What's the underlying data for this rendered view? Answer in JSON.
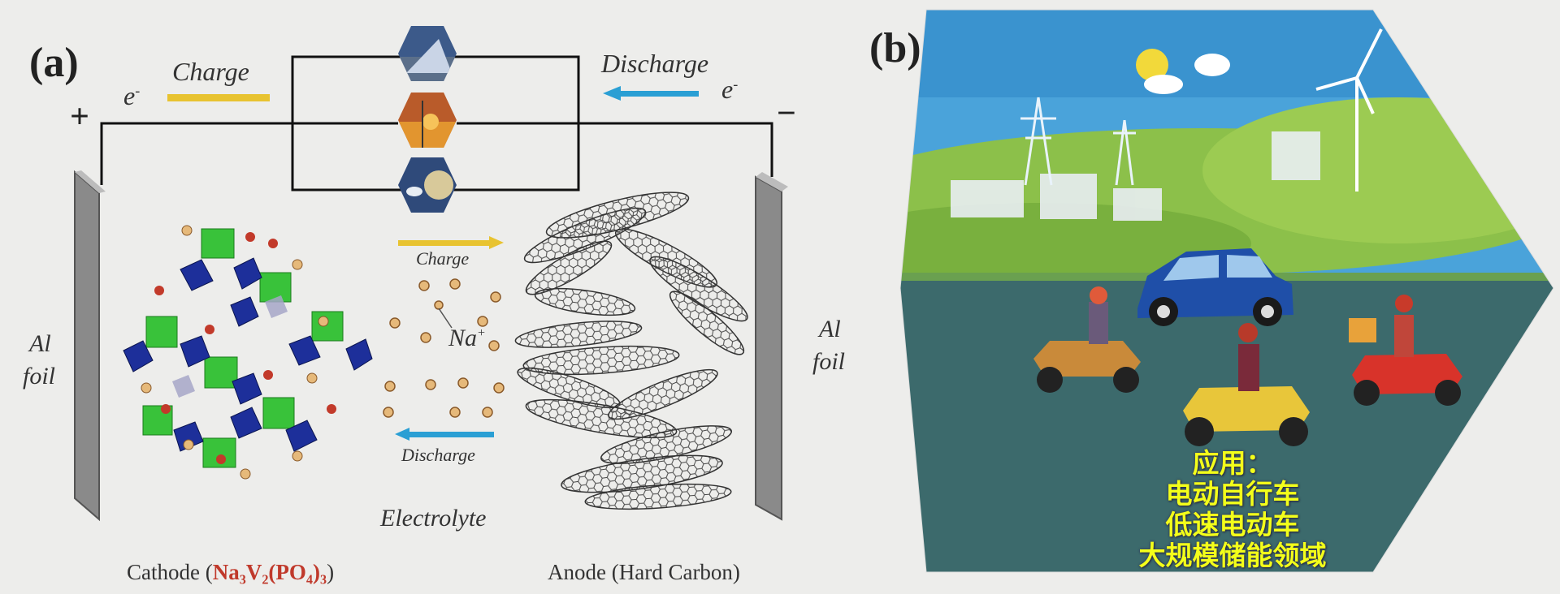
{
  "panel_a": {
    "label": "(a)",
    "charge_label": "Charge",
    "discharge_label": "Discharge",
    "electron_left": "e",
    "electron_right": "e",
    "electron_sup": "-",
    "plus_sign": "+",
    "minus_sign": "−",
    "al_foil_left": [
      "Al",
      "foil"
    ],
    "al_foil_right": [
      "Al",
      "foil"
    ],
    "inner_charge": "Charge",
    "inner_discharge": "Discharge",
    "ion_label": "Na",
    "ion_sup": "+",
    "electrolyte": "Electrolyte",
    "cathode_prefix": "Cathode (",
    "cathode_formula": "Na₃V₂(PO₄)₃",
    "cathode_suffix": ")",
    "anode": "Anode (Hard Carbon)"
  },
  "panel_b": {
    "label": "(b)",
    "application_lines": [
      "应用：",
      "电动自行车",
      "低速电动车",
      "大规模储能领域"
    ]
  },
  "colors": {
    "charge_arrow": "#e8c330",
    "discharge_arrow": "#2a9fd4",
    "polyhedron_green": "#39c23a",
    "polyhedron_blue": "#1d2f9a",
    "formula_red": "#c0392b",
    "sky": "#4aa3da",
    "road": "#3c6a6c",
    "app_text": "#f3ff1a"
  }
}
